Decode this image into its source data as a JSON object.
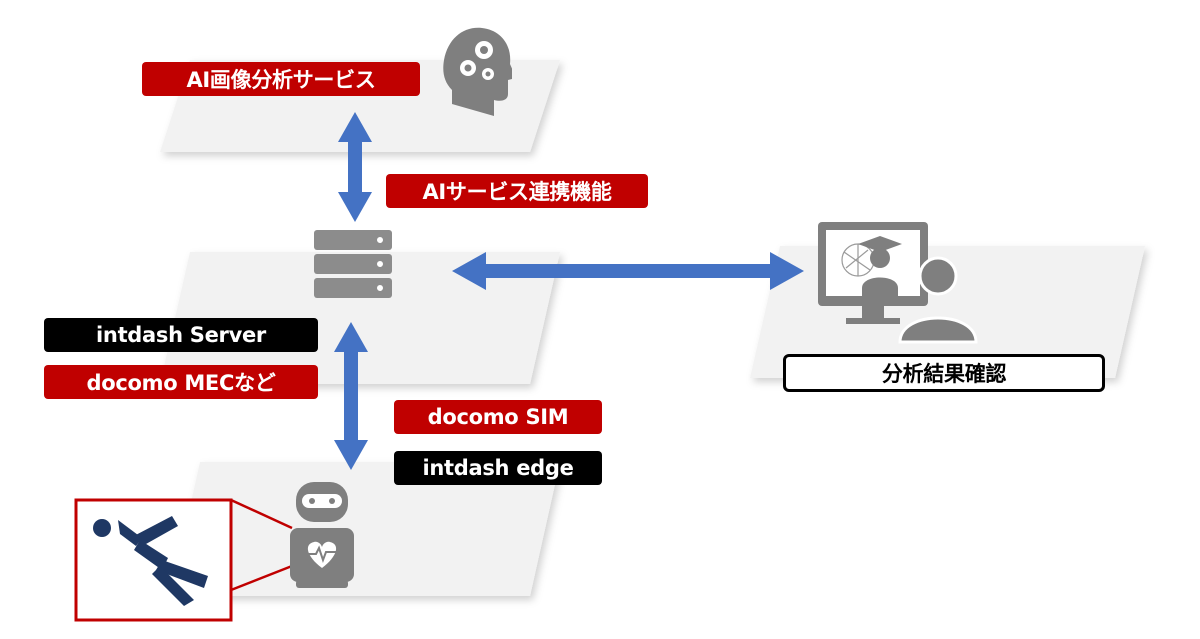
{
  "labels": {
    "ai_service": "AI画像分析サービス",
    "ai_link": "AIサービス連携機能",
    "server": "intdash Server",
    "mec": "docomo MECなど",
    "sim": "docomo SIM",
    "edge": "intdash edge",
    "result": "分析結果確認"
  },
  "icons": {
    "ai": "brain-gear-icon",
    "server": "server-icon",
    "viewer": "monitor-user-icon",
    "robot": "robot-icon",
    "fall": "falling-person-icon"
  },
  "colors": {
    "red": "#c00000",
    "black": "#000000",
    "arrow": "#4472c4",
    "plane": "#f2f2f2",
    "icon_gray": "#7f7f7f"
  }
}
